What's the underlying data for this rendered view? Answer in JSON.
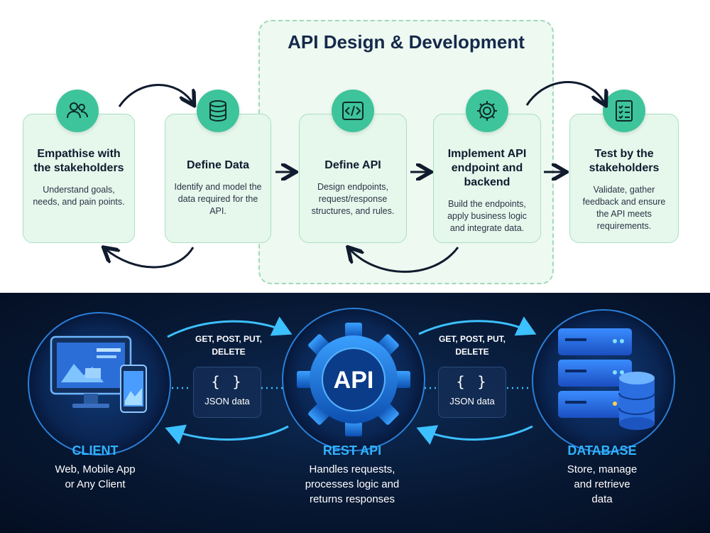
{
  "top": {
    "title": "API Design & Development",
    "steps": [
      {
        "title": "Empathise with the stakeholders",
        "desc": "Understand goals, needs, and pain points.",
        "icon": "users-icon"
      },
      {
        "title": "Define Data",
        "desc": "Identify and model the data required for the API.",
        "icon": "database-icon"
      },
      {
        "title": "Define API",
        "desc": "Design endpoints, request/response structures, and rules.",
        "icon": "code-icon"
      },
      {
        "title": "Implement API endpoint and backend",
        "desc": "Build the endpoints, apply business logic and integrate data.",
        "icon": "gear-icon"
      },
      {
        "title": "Test by the stakeholders",
        "desc": "Validate, gather feedback and ensure the API meets requirements.",
        "icon": "checklist-icon"
      }
    ]
  },
  "bottom": {
    "nodes": [
      {
        "label": "CLIENT",
        "desc": "Web, Mobile App or Any Client",
        "icon": "devices-icon"
      },
      {
        "label": "REST API",
        "desc": "Handles requests, processes logic and returns responses",
        "icon_text": "API"
      },
      {
        "label": "DATABASE",
        "desc": "Store, manage and retrieve data",
        "icon": "server-icon"
      }
    ],
    "links": [
      {
        "methods": "GET, POST, PUT, DELETE",
        "payload_icon": "{ }",
        "payload": "JSON data"
      },
      {
        "methods": "GET, POST, PUT, DELETE",
        "payload_icon": "{ }",
        "payload": "JSON data"
      }
    ]
  },
  "colors": {
    "accent_green": "#3ec49a",
    "card_bg": "#e6f7ec",
    "dark_bg": "#071833",
    "accent_blue": "#2fb3ff"
  }
}
